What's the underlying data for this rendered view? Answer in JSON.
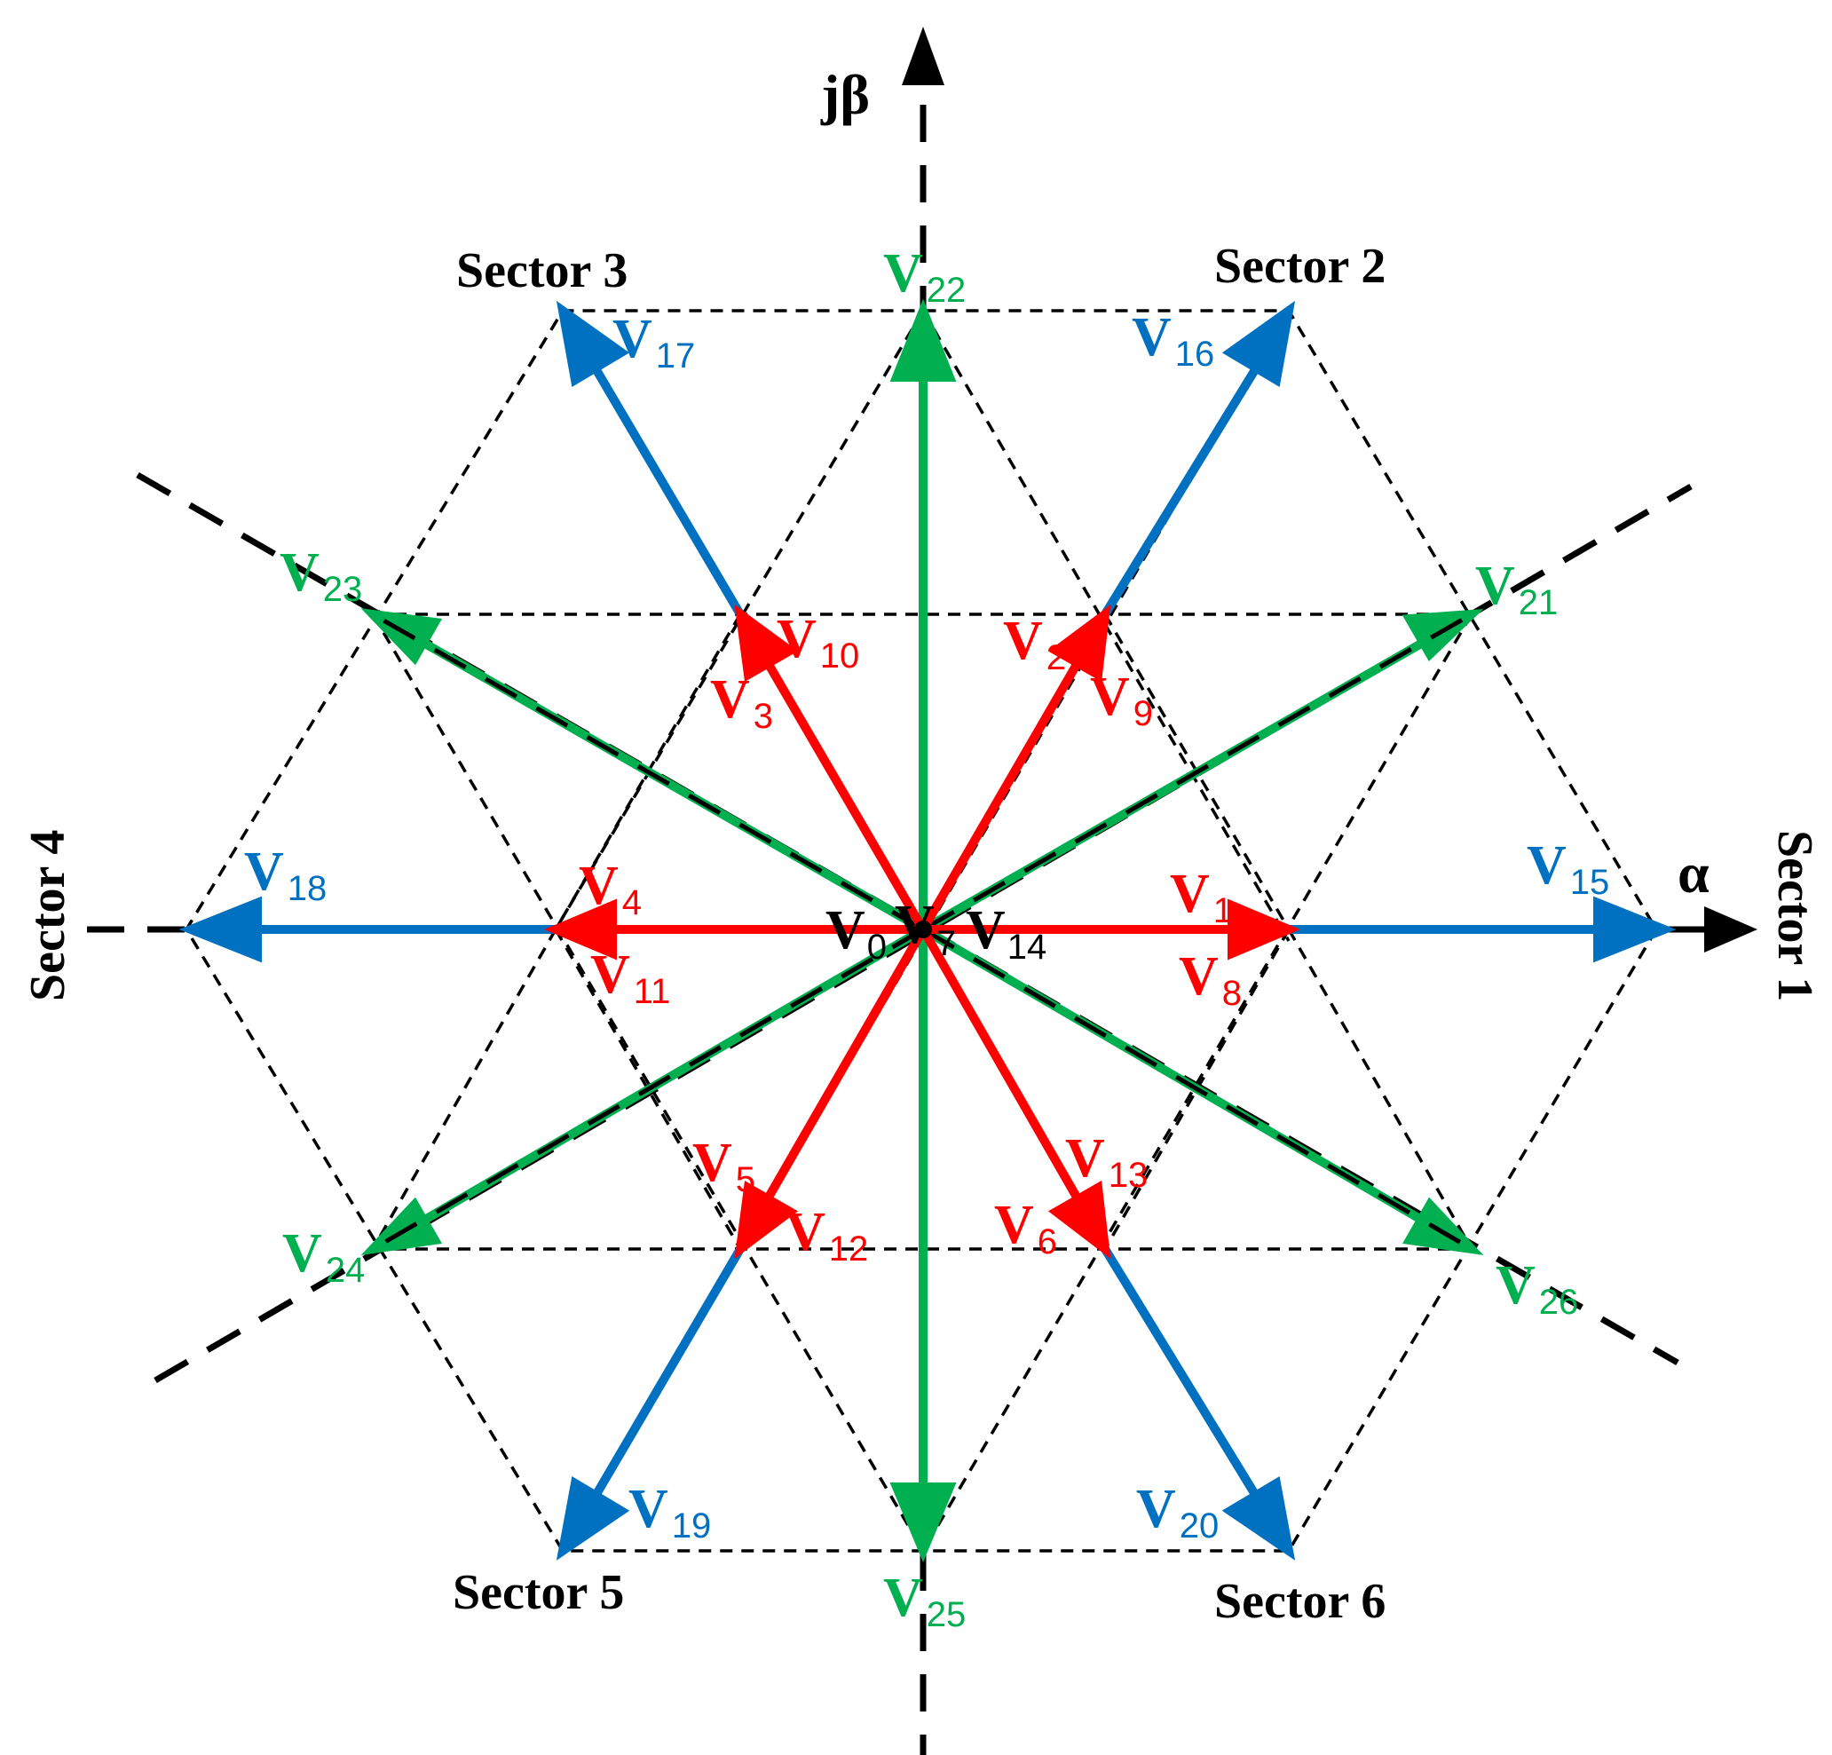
{
  "axes": {
    "alpha_label": "α",
    "beta_label": "jβ"
  },
  "colors": {
    "small": "#ff0000",
    "medium": "#00b050",
    "large": "#0070c0",
    "zero": "#000000",
    "axis": "#000000"
  },
  "sectors": {
    "s1": "Sector 1",
    "s2": "Sector 2",
    "s3": "Sector 3",
    "s4": "Sector 4",
    "s5": "Sector 5",
    "s6": "Sector 6"
  },
  "vectors": {
    "small": {
      "v1": {
        "base": "V",
        "sub": "1"
      },
      "v2": {
        "base": "V",
        "sub": "2"
      },
      "v3": {
        "base": "V",
        "sub": "3"
      },
      "v4": {
        "base": "V",
        "sub": "4"
      },
      "v5": {
        "base": "V",
        "sub": "5"
      },
      "v6": {
        "base": "V",
        "sub": "6"
      },
      "v8": {
        "base": "V",
        "sub": "8"
      },
      "v9": {
        "base": "V",
        "sub": "9"
      },
      "v10": {
        "base": "V",
        "sub": "10"
      },
      "v11": {
        "base": "V",
        "sub": "11"
      },
      "v12": {
        "base": "V",
        "sub": "12"
      },
      "v13": {
        "base": "V",
        "sub": "13"
      }
    },
    "zero": {
      "v0": {
        "base": "V",
        "sub": "0"
      },
      "v7": {
        "base": "V",
        "sub": "7"
      },
      "v14": {
        "base": "V",
        "sub": "14"
      }
    },
    "large": {
      "v15": {
        "base": "V",
        "sub": "15"
      },
      "v16": {
        "base": "V",
        "sub": "16"
      },
      "v17": {
        "base": "V",
        "sub": "17"
      },
      "v18": {
        "base": "V",
        "sub": "18"
      },
      "v19": {
        "base": "V",
        "sub": "19"
      },
      "v20": {
        "base": "V",
        "sub": "20"
      }
    },
    "medium": {
      "v21": {
        "base": "V",
        "sub": "21"
      },
      "v22": {
        "base": "V",
        "sub": "22"
      },
      "v23": {
        "base": "V",
        "sub": "23"
      },
      "v24": {
        "base": "V",
        "sub": "24"
      },
      "v25": {
        "base": "V",
        "sub": "25"
      },
      "v26": {
        "base": "V",
        "sub": "26"
      }
    }
  }
}
